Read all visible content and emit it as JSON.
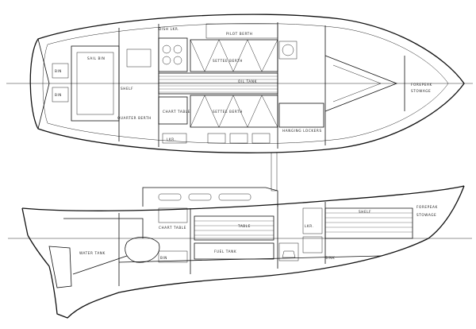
{
  "plan_view": {
    "labels": {
      "dish_locker": "DISH LKR.",
      "pilot_berth": "PILOT BERTH",
      "sail_bin": "SAIL BIN",
      "bin": "BIN",
      "shelf": "SHELF",
      "settee_berth": "SETTEE BERTH",
      "oil_tank": "OIL TANK",
      "quarter_berth": "QUARTER BERTH",
      "chart_table": "CHART TABLE",
      "hanging_lockers": "HANGING LOCKERS",
      "forepeak": "FOREPEAK",
      "stowage": "STOWAGE",
      "locker": "LKR."
    }
  },
  "profile_view": {
    "labels": {
      "shelf": "SHELF",
      "forepeak": "FOREPEAK",
      "stowage": "STOWAGE",
      "table": "TABLE",
      "fuel_tank": "FUEL TANK",
      "water_tank": "WATER TANK",
      "locker": "LKR.",
      "bin": "BIN",
      "chart_table": "CHART TABLE",
      "sink": "SINK"
    }
  }
}
